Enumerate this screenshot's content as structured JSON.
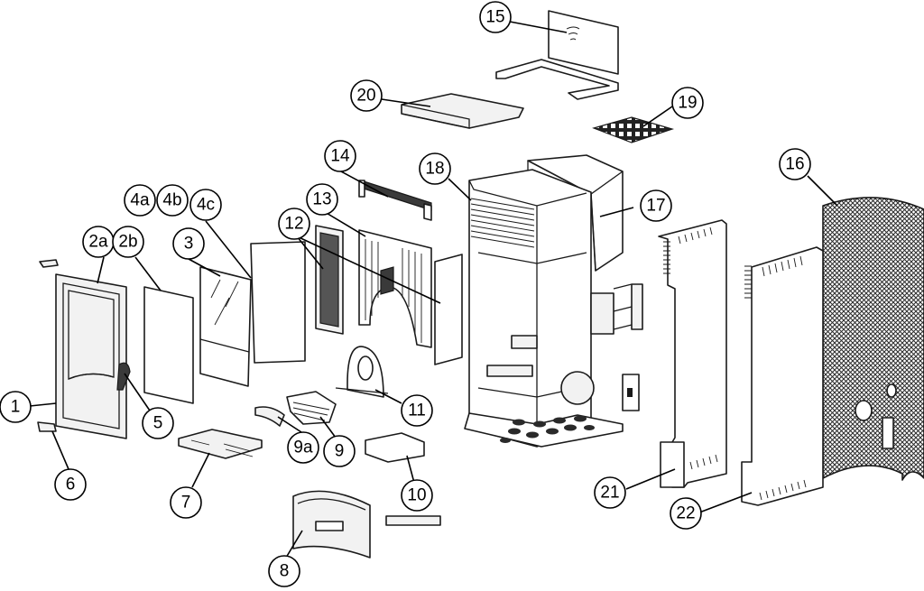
{
  "diagram": {
    "callouts": [
      {
        "label": "1"
      },
      {
        "label": "2a"
      },
      {
        "label": "2b"
      },
      {
        "label": "3"
      },
      {
        "label": "4a"
      },
      {
        "label": "4b"
      },
      {
        "label": "4c"
      },
      {
        "label": "5"
      },
      {
        "label": "6"
      },
      {
        "label": "7"
      },
      {
        "label": "8"
      },
      {
        "label": "9"
      },
      {
        "label": "9a"
      },
      {
        "label": "10"
      },
      {
        "label": "11"
      },
      {
        "label": "12"
      },
      {
        "label": "13"
      },
      {
        "label": "14"
      },
      {
        "label": "15"
      },
      {
        "label": "16"
      },
      {
        "label": "17"
      },
      {
        "label": "18"
      },
      {
        "label": "19"
      },
      {
        "label": "20"
      },
      {
        "label": "21"
      },
      {
        "label": "22"
      }
    ]
  }
}
